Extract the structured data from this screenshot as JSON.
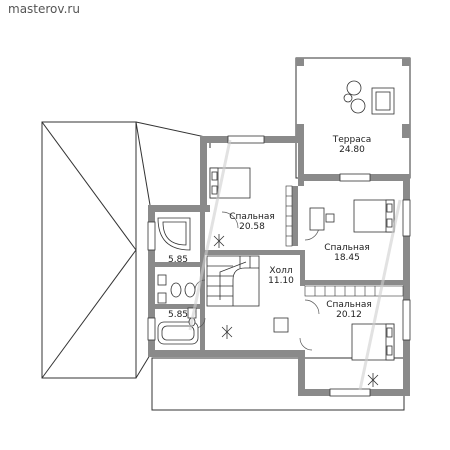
{
  "site": {
    "name": "masterov.ru"
  },
  "rooms": {
    "terrace": {
      "name": "Терраса",
      "area": "24.80"
    },
    "bedroom_1": {
      "name": "Спальная",
      "area": "20.58"
    },
    "bedroom_2": {
      "name": "Спальная",
      "area": "18.45"
    },
    "hall": {
      "name": "Холл",
      "area": "11.10"
    },
    "bedroom_3": {
      "name": "Спальная",
      "area": "20.12"
    },
    "bath_1": {
      "area": "5.85"
    },
    "bath_2": {
      "area": "5.85"
    }
  },
  "colors": {
    "wall": "#8a8a8a",
    "line": "#333333",
    "paper": "#ffffff",
    "watermark": "#cfcfcf"
  }
}
